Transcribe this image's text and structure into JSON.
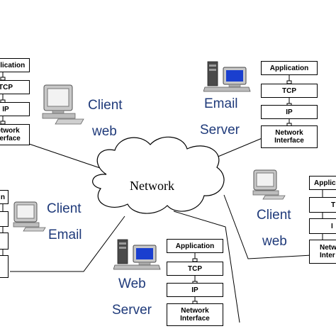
{
  "network": {
    "label": "Network"
  },
  "stacks": {
    "left_top": {
      "application": "Application",
      "tcp": "TCP",
      "ip": "IP",
      "network_interface": "Network\nInterface"
    },
    "email_server": {
      "application": "Application",
      "tcp": "TCP",
      "ip": "IP",
      "network_interface": "Network\nInterface"
    },
    "web_server": {
      "application": "Application",
      "tcp": "TCP",
      "ip": "IP",
      "network_interface": "Network\nInterface"
    },
    "right_mid": {
      "application": "Applic",
      "tcp": "T",
      "ip": "I",
      "network_interface": "Netw\nInter"
    },
    "left_mid": {
      "application": "n"
    }
  },
  "nodes": {
    "client_web": {
      "line1": "Client",
      "line2": "web"
    },
    "email_server": {
      "line1": "Email",
      "line2": "Server"
    },
    "client_email": {
      "line1": "Client",
      "line2": "Email"
    },
    "client_web_right": {
      "line1": "Client",
      "line2": "web"
    },
    "web_server": {
      "line1": "Web",
      "line2": "Server"
    }
  },
  "colors": {
    "label": "#1f3a7a",
    "monitor_screen": "#1a3fcf",
    "computer_body": "#c8c8c8"
  },
  "icons": {
    "client_web": "desktop-computer-icon",
    "email_server": "server-workstation-icon",
    "client_email": "desktop-computer-icon",
    "client_web_right": "desktop-computer-icon",
    "web_server": "server-workstation-icon"
  }
}
